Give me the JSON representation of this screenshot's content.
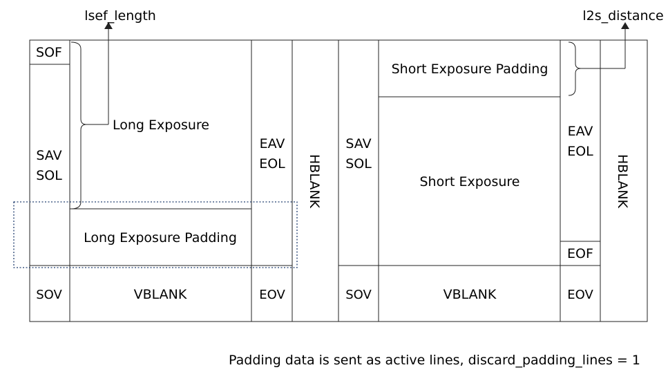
{
  "left_frame": {
    "sof": "SOF",
    "sav": "SAV",
    "sol": "SOL",
    "long_exposure": "Long Exposure",
    "long_padding": "Long Exposure Padding",
    "eav": "EAV",
    "eol": "EOL",
    "hblank": "HBLANK",
    "sov": "SOV",
    "vblank": "VBLANK",
    "eov": "EOV"
  },
  "right_frame": {
    "sav": "SAV",
    "sol": "SOL",
    "short_padding": "Short Exposure Padding",
    "short_exposure": "Short Exposure",
    "eav": "EAV",
    "eol": "EOL",
    "eof": "EOF",
    "hblank": "HBLANK",
    "sov": "SOV",
    "vblank": "VBLANK",
    "eov": "EOV"
  },
  "annotations": {
    "lsef_length": "lsef_length",
    "l2s_distance": "l2s_distance"
  },
  "note": "Padding data is sent as active lines, discard_padding_lines = 1"
}
